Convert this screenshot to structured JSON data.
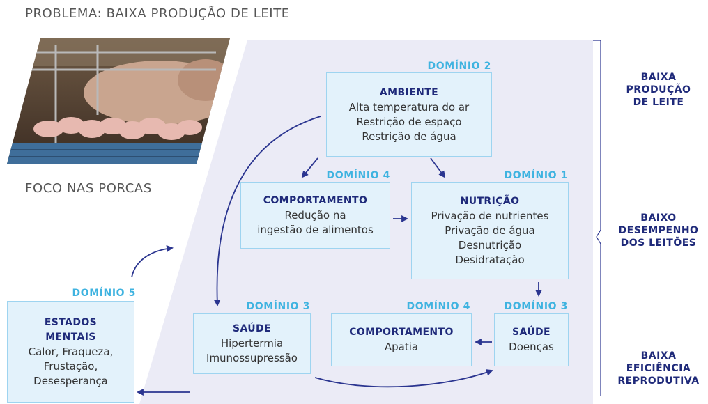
{
  "title": "PROBLEMA: BAIXA PRODUÇÃO DE LEITE",
  "focus_label": "FOCO NAS PORCAS",
  "colors": {
    "panel": "#ebebf6",
    "box_fill": "#e3f2fb",
    "box_border": "#9ed4f0",
    "domain_label": "#3fb3e0",
    "heading": "#1f2a7a",
    "arrow": "#2b3590"
  },
  "boxes": {
    "ambiente": {
      "domain": "DOMÍNIO 2",
      "heading": "AMBIENTE",
      "lines": [
        "Alta temperatura do ar",
        "Restrição de espaço",
        "Restrição de água"
      ]
    },
    "comportamento_1": {
      "domain": "DOMÍNIO 4",
      "heading": "COMPORTAMENTO",
      "lines": [
        "Redução na",
        "ingestão de alimentos"
      ]
    },
    "nutricao": {
      "domain": "DOMÍNIO 1",
      "heading": "NUTRIÇÃO",
      "lines": [
        "Privação de nutrientes",
        "Privação de água",
        "Desnutrição",
        "Desidratação"
      ]
    },
    "saude_1": {
      "domain": "DOMÍNIO 3",
      "heading": "SAÚDE",
      "lines": [
        "Hipertermia",
        "Imunossupressão"
      ]
    },
    "comportamento_2": {
      "domain": "DOMÍNIO 4",
      "heading": "COMPORTAMENTO",
      "lines": [
        "Apatia"
      ]
    },
    "saude_2": {
      "domain": "DOMÍNIO 3",
      "heading": "SAÚDE",
      "lines": [
        "Doenças"
      ]
    },
    "estados": {
      "domain": "DOMÍNIO 5",
      "heading": [
        "ESTADOS",
        "MENTAIS"
      ],
      "lines": [
        "Calor, Fraqueza,",
        "Frustação,",
        "Desesperança"
      ]
    }
  },
  "outcomes": [
    [
      "BAIXA",
      "PRODUÇÃO",
      "DE LEITE"
    ],
    [
      "BAIXO",
      "DESEMPENHO",
      "DOS LEITÕES"
    ],
    [
      "BAIXA",
      "EFICIÊNCIA",
      "REPRODUTIVA"
    ]
  ]
}
